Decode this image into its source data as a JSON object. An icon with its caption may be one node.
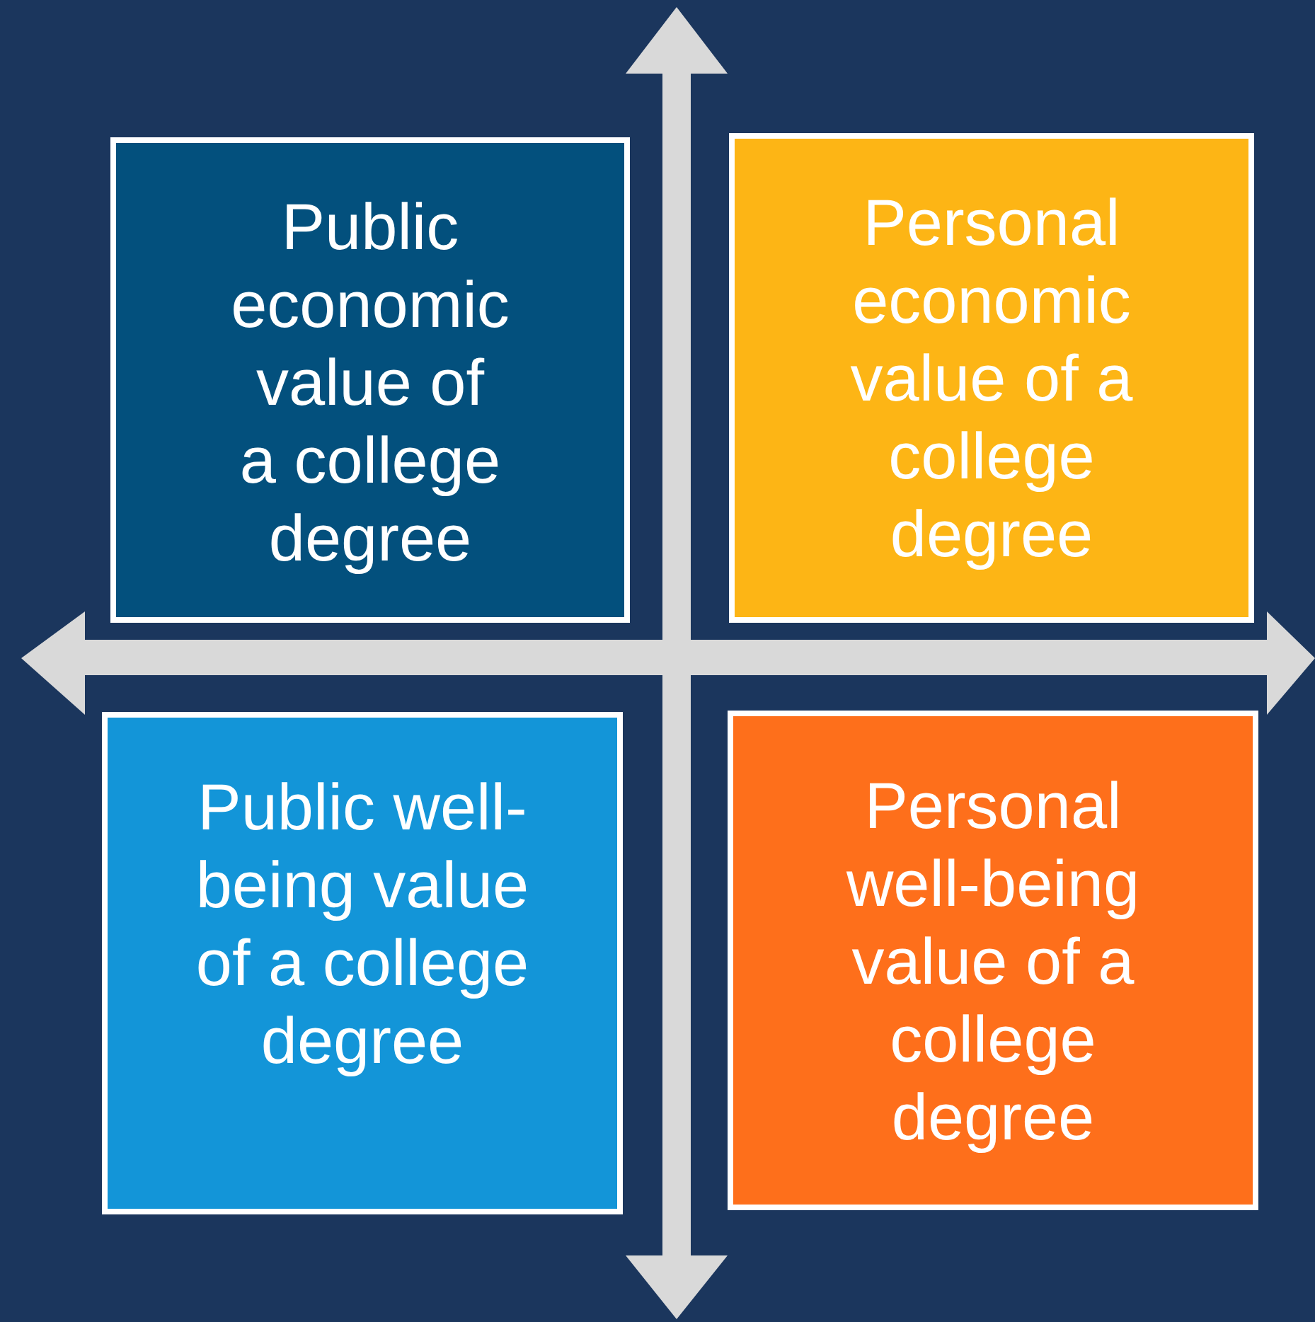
{
  "diagram": {
    "nodes": [
      {
        "text": [
          "Public economic value of a college degree"
        ]
      },
      {
        "text": [
          "Personal economic value of a college degree"
        ]
      },
      {
        "text": [
          "Public well-being value of a college degree"
        ]
      },
      {
        "text": [
          "Personal well-being value of a college degree"
        ]
      }
    ],
    "edges": []
  }
}
